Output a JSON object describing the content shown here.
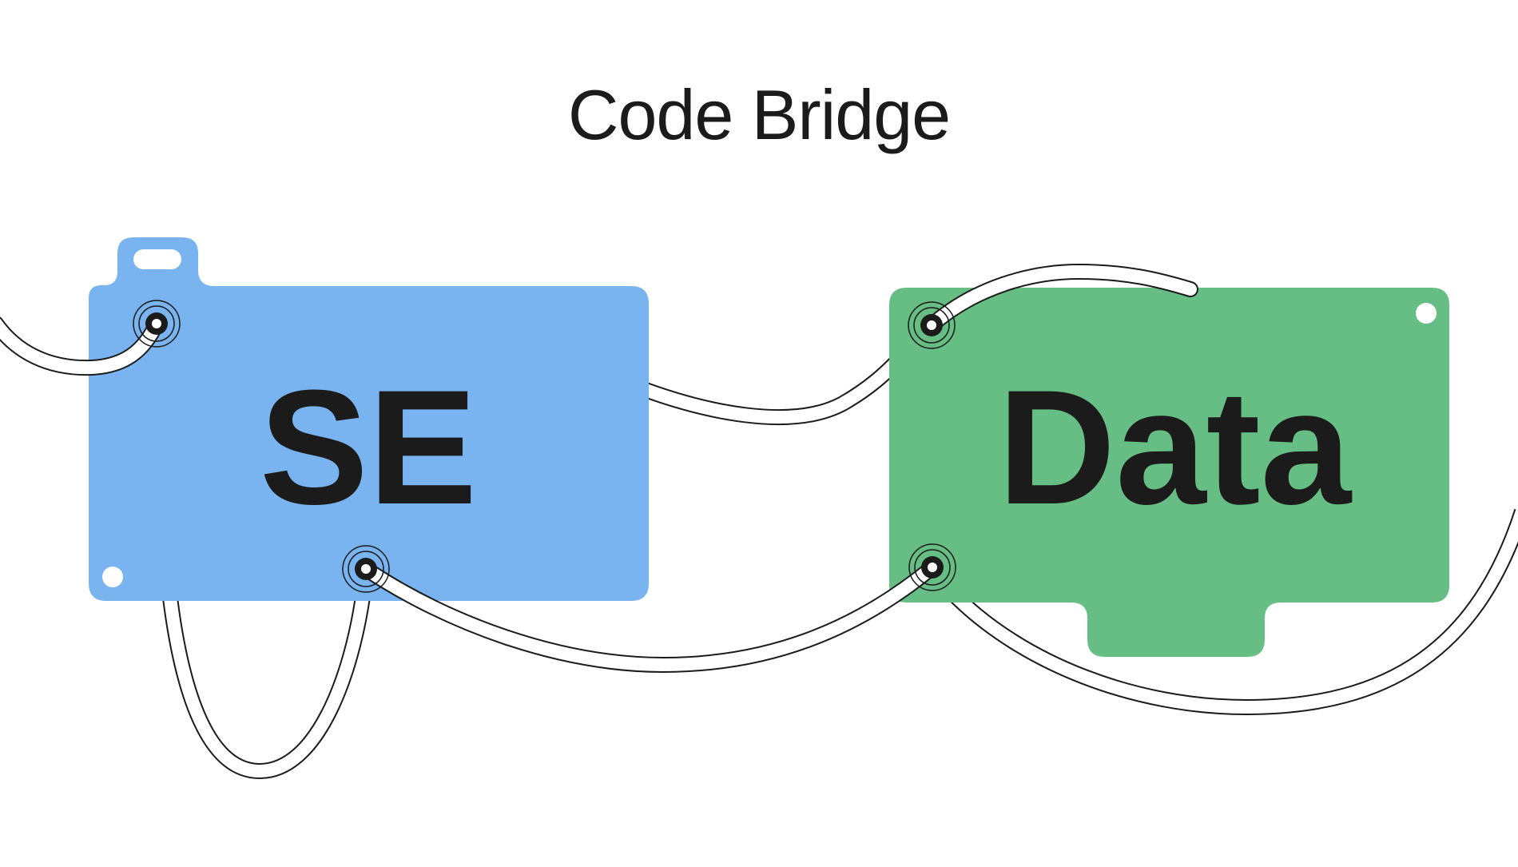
{
  "title": "Code Bridge",
  "nodes": [
    {
      "id": "se",
      "label": "SE",
      "color": "#79b3f0"
    },
    {
      "id": "data",
      "label": "Data",
      "color": "#66be84"
    }
  ],
  "connections": [
    {
      "from": "se",
      "to": "data"
    },
    {
      "from": "se",
      "to": "data"
    }
  ],
  "colors": {
    "background": "#ffffff",
    "ink": "#1b1b1b",
    "cable_fill": "#ffffff"
  }
}
